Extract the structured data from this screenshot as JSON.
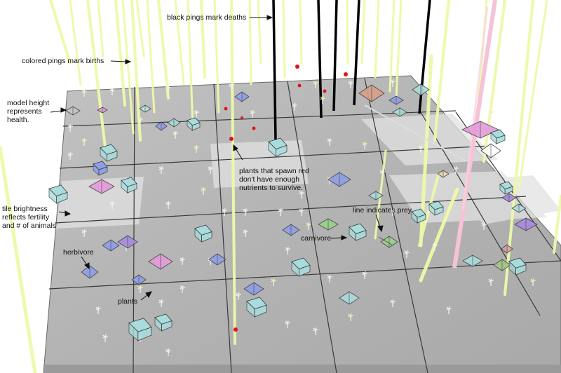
{
  "annotations": {
    "deaths": "black pings mark deaths",
    "births": "colored pings mark births",
    "height": "model height\nrepresents\nhealth.",
    "tiles": "tile brightness\nreflects fertility\nand # of animals",
    "herbivore": "herbivore",
    "plants": "plants",
    "red_plants": "plants that spawn red\ndon't have enough\nnutrients to survive.",
    "prey_line": "line indicates prey",
    "carnivore": "carnivore"
  },
  "colors": {
    "ground": "#b9b9b9",
    "ground_light": "#d6d6d6",
    "grid": "#3a3a3a",
    "birth_ping": "#eef9a8",
    "birth_ping_pink": "#f5b6cf",
    "death_ping": "#000000",
    "herbivore": "#8f9ee8",
    "carnivore": "#a7dada",
    "plant": "#eaf2d8",
    "nutrient_poor_plant": "#e0141b"
  },
  "icons": [
    "herbivore-creature-icon",
    "carnivore-creature-icon",
    "plant-icon",
    "birth-ping-icon",
    "death-ping-icon"
  ]
}
